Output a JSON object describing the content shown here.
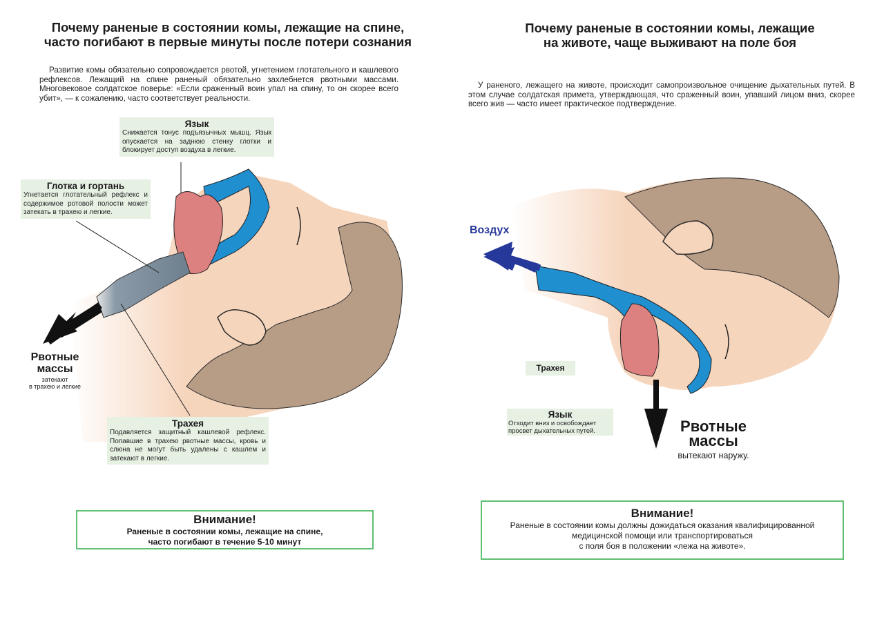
{
  "left": {
    "title_lines": [
      "Почему раненые в состоянии комы, лежащие на спине,",
      "часто погибают в первые минуты после потери сознания"
    ],
    "intro": "Развитие комы обязательно сопровождается рвотой, угнетением глотательного и кашлевого рефлексов. Лежащий на спине раненый обязательно захлебнется рвотными массами. Многовековое солдатское поверье: «Если сраженный воин упал на спину, то он скорее всего убит», — к сожалению, часто соответствует реальности.",
    "labels": {
      "tongue": {
        "title": "Язык",
        "text": "Снижается тонус подъязычных мышц. Язык опускается на заднюю стенку глотки и блокирует доступ воздуха в легкие."
      },
      "pharynx": {
        "title": "Глотка и гортань",
        "text": "Угнетается глотательный рефлекс и содержимое ротовой полости может затекать в трахею и легкие."
      },
      "vomit": {
        "title_lines": [
          "Рвотные",
          "массы"
        ],
        "sub_lines": [
          "затекают",
          "в трахею и легкие"
        ]
      },
      "trachea": {
        "title": "Трахея",
        "text": "Подавляется защитный кашлевой рефлекс. Попавшие в трахею рвотные массы, кровь и слюна не могут быть удалены с кашлем и затекают в легкие."
      }
    },
    "warning": {
      "title": "Внимание!",
      "lines": [
        "Раненые в состоянии комы, лежащие на спине,",
        "часто погибают в течение 5-10 минут"
      ]
    }
  },
  "right": {
    "title_lines": [
      "Почему раненые в состоянии комы, лежащие",
      "на животе, чаще выживают на поле боя"
    ],
    "intro": "У раненого, лежащего на животе, происходит самопроизвольное очищение дыхательных путей. В этом случае солдатская примета, утверждающая, что сраженный воин, упавший лицом вниз, скорее всего жив — часто имеет практическое подтверждение.",
    "labels": {
      "air": "Воздух",
      "trachea": "Трахея",
      "tongue": {
        "title": "Язык",
        "text_lines": [
          "Отходит вниз и освобождает",
          "просвет дыхательных путей."
        ]
      },
      "vomit": {
        "title_lines": [
          "Рвотные",
          "массы"
        ],
        "sub": "вытекают наружу."
      }
    },
    "warning": {
      "title": "Внимание!",
      "lines": [
        "Раненые в состоянии комы должны дожидаться оказания квалифицированной",
        "медицинской помощи или транспортироваться",
        "с поля боя в положении «лежа на животе»."
      ]
    }
  },
  "colors": {
    "skin": "#f6d5bd",
    "hair": "#b79c86",
    "airway": "#1f8fd0",
    "tongue": "#dd8080",
    "tube_gray": "#7b8b98",
    "label_bg": "#e6f0e3",
    "warn_border": "#5fbf72",
    "air_arrow": "#26389a"
  }
}
